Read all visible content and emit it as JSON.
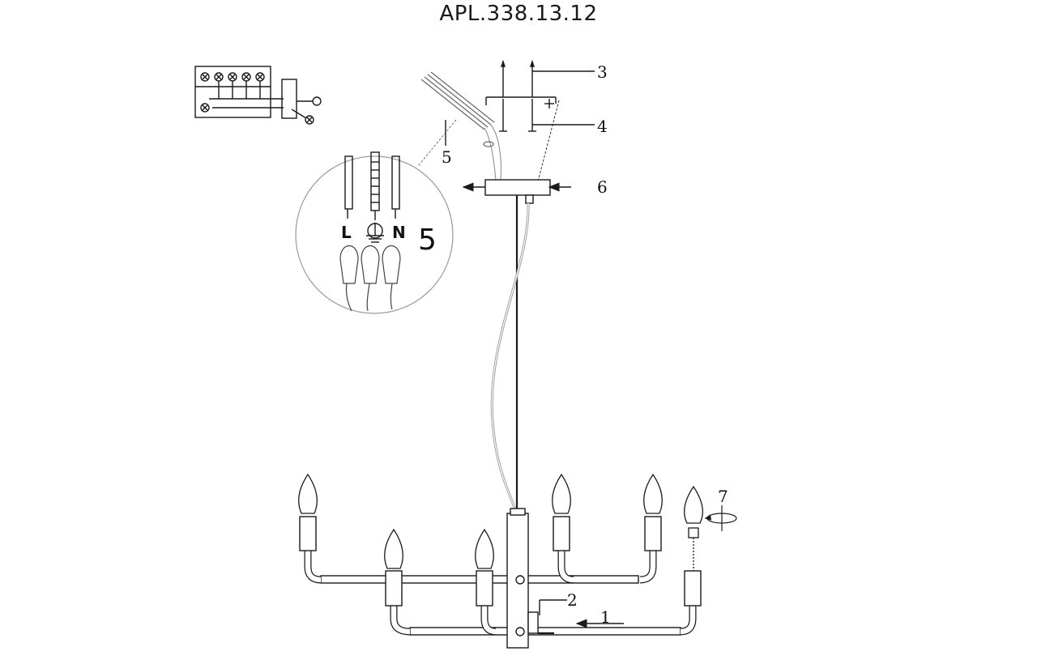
{
  "title": "APL.338.13.12",
  "callouts": [
    "1",
    "2",
    "3",
    "4",
    "5",
    "6",
    "7"
  ],
  "detail": {
    "number": "5",
    "wire_labels": {
      "live": "L",
      "neutral": "N"
    },
    "ground_icon": "ground-symbol-icon"
  },
  "icons": {
    "terminal_block": "terminal-block-icon",
    "bulb": "candle-bulb-icon",
    "rotate": "rotate-arrow-icon"
  },
  "colors": {
    "line": "#1a1a1a",
    "fill": "#ffffff",
    "wire": "#bbbbbb"
  }
}
